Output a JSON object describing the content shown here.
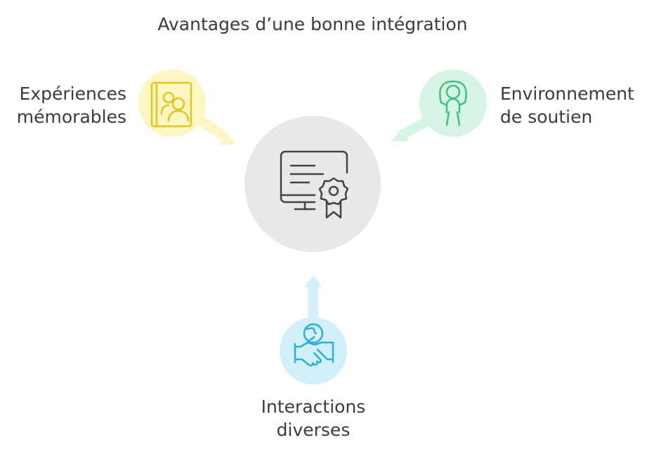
{
  "title": "Avantages d’une bonne intégration",
  "center": {
    "icon": "certificate-icon",
    "fill": "#e8e8e8",
    "stroke": "#444444"
  },
  "nodes": [
    {
      "id": "experiences",
      "line1": "Expériences",
      "line2": "mémorables",
      "icon": "photo-album-icon",
      "fill": "#fdf6c4",
      "stroke": "#e5c51a",
      "arrow": "#fdf6c4"
    },
    {
      "id": "environnement",
      "line1": "Environnement",
      "line2": "de soutien",
      "icon": "child-jump-rope-icon",
      "fill": "#d7f5e4",
      "stroke": "#3cc47c",
      "arrow": "#d7f5e4"
    },
    {
      "id": "interactions",
      "line1": "Interactions",
      "line2": "diverses",
      "icon": "global-handshake-icon",
      "fill": "#d2f0fb",
      "stroke": "#29aee0",
      "arrow": "#d2f0fb"
    }
  ]
}
